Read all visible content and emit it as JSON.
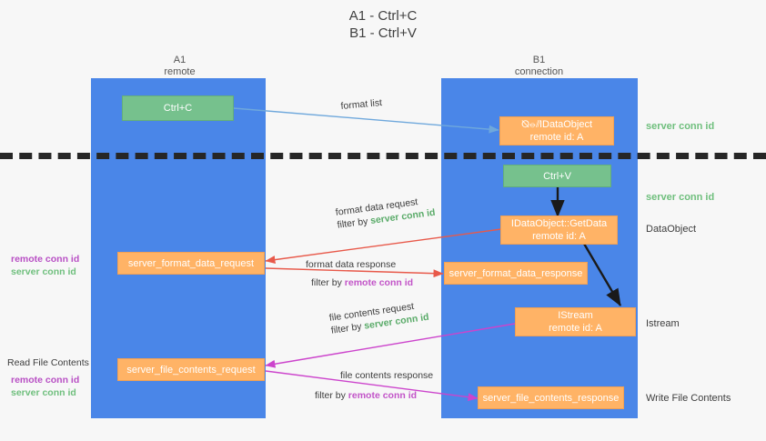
{
  "title": {
    "line1": "A1 - Ctrl+C",
    "line2": "B1 - Ctrl+V"
  },
  "columns": [
    {
      "name": "A1",
      "sub": "remote"
    },
    {
      "name": "B1",
      "sub": "connection"
    }
  ],
  "nodes": {
    "ctrl_c": {
      "label": "Ctrl+C",
      "color": "#76c18d"
    },
    "set_clipboard": {
      "garble": "⦰⦵⫽",
      "label": "IDataObject",
      "sub": "remote id: A",
      "color": "#ffb366"
    },
    "ctrl_v": {
      "label": "Ctrl+V",
      "color": "#76c18d"
    },
    "getdata": {
      "label": "IDataObject::GetData",
      "sub": "remote id: A",
      "color": "#ffb366"
    },
    "format_req": {
      "label": "server_format_data_request",
      "color": "#ffb366"
    },
    "format_resp": {
      "label": "server_format_data_response",
      "color": "#ffb366"
    },
    "istream": {
      "label": "IStream",
      "sub": "remote id: A",
      "color": "#ffb366"
    },
    "file_req": {
      "label": "server_file_contents_request",
      "color": "#ffb366"
    },
    "file_resp": {
      "label": "server_file_contents_response",
      "color": "#ffb366"
    }
  },
  "edges": {
    "format_list": "format list",
    "format_data_request": "format data request",
    "format_data_request_filter_pre": "filter by ",
    "format_data_request_filter_key": "server conn id",
    "format_data_response": "format data response",
    "format_data_response_filter_pre": "filter by ",
    "format_data_response_filter_key": "remote conn id",
    "file_contents_request": "file contents request",
    "file_contents_request_filter_pre": "filter by ",
    "file_contents_request_filter_key": "server conn id",
    "file_contents_response": "file contents response",
    "file_contents_response_filter_pre": "filter by ",
    "file_contents_response_filter_key": "remote conn id"
  },
  "left_labels": {
    "ids_top_remote": "remote conn id",
    "ids_top_server": "server conn id",
    "read_file_contents": "Read File Contents",
    "ids_bottom_remote": "remote conn id",
    "ids_bottom_server": "server conn id"
  },
  "right_labels": {
    "server_conn_id_1": "server conn id",
    "server_conn_id_2": "server conn id",
    "dataobject": "DataObject",
    "istream": "Istream",
    "write_file_contents": "Write File Contents"
  },
  "colors": {
    "lane": "#4a86e8",
    "green_node": "#76c18d",
    "orange_node": "#ffb366",
    "green_text": "#6fbf7d",
    "magenta_text": "#b84fc4",
    "arrow_blue": "#6fa8dc",
    "arrow_red": "#e8594a",
    "arrow_magenta": "#cc44cc",
    "arrow_dark": "#1a1a1a",
    "background": "#f7f7f7"
  }
}
